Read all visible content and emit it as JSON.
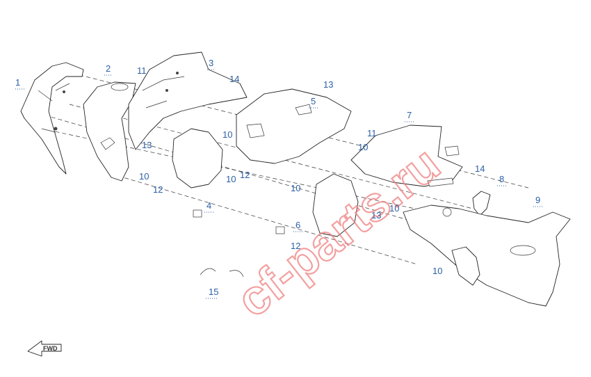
{
  "watermark": "cf-parts.ru",
  "direction_label": "FWD",
  "callouts": [
    "1",
    "2",
    "3",
    "4",
    "5",
    "6",
    "7",
    "8",
    "9",
    "10",
    "11",
    "12",
    "13",
    "14",
    "15"
  ]
}
